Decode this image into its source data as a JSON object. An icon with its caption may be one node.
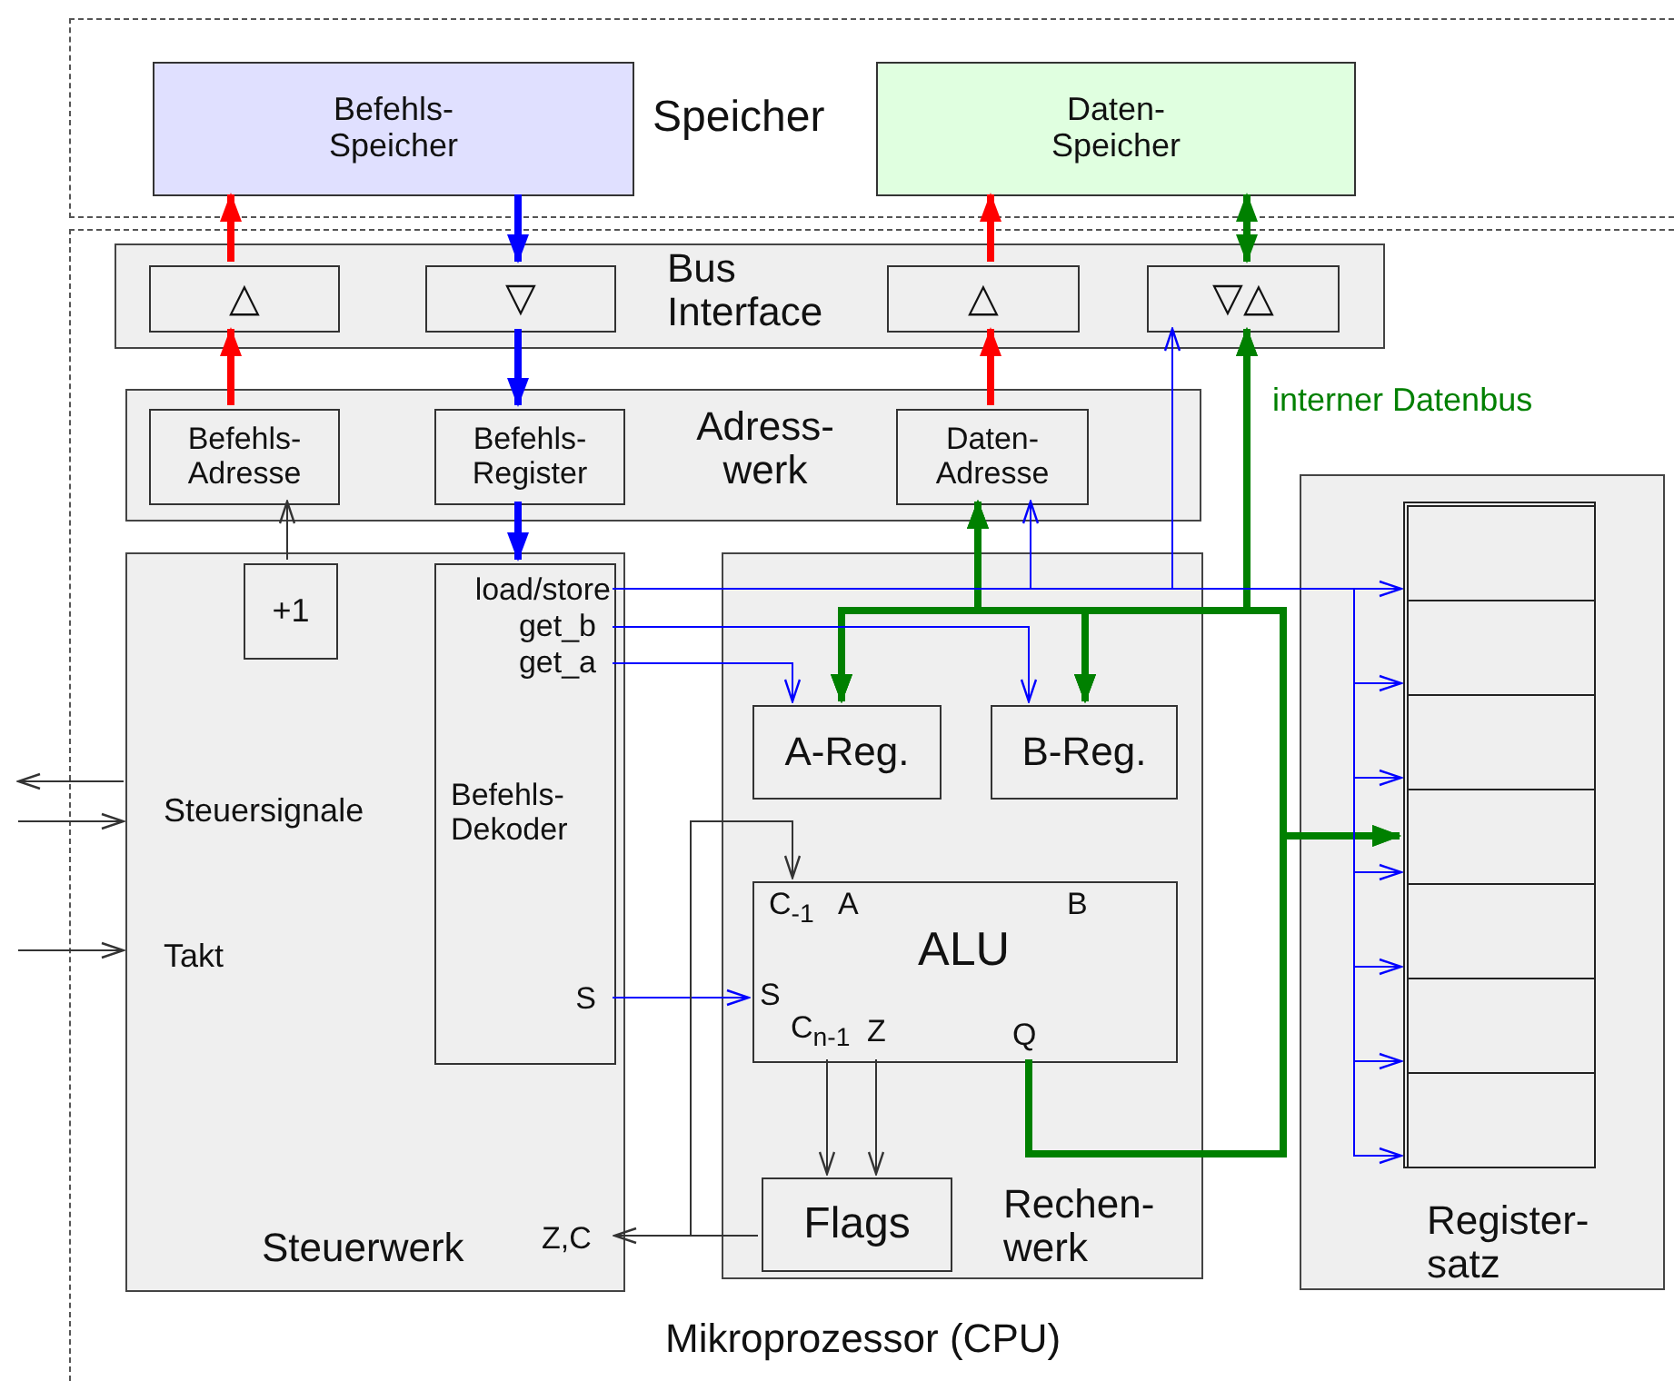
{
  "diagram": {
    "nodes": [
      {
        "text": [
          "Speicher"
        ]
      },
      {
        "text": [
          "Befehls- Speicher"
        ],
        "in": 0
      },
      {
        "text": [
          "Daten- Speicher"
        ],
        "in": 0
      },
      {
        "text": [
          "Mikroprozessor (CPU)"
        ]
      },
      {
        "text": [
          "Bus Interface"
        ],
        "in": 3
      },
      {
        "text": [
          "△"
        ],
        "in": 4
      },
      {
        "text": [
          "▽"
        ],
        "in": 4
      },
      {
        "text": [
          "△"
        ],
        "in": 4
      },
      {
        "text": [
          "▽△"
        ],
        "in": 4
      },
      {
        "text": [
          "Adress- werk"
        ],
        "in": 3
      },
      {
        "text": [
          "Befehls- Adresse"
        ],
        "in": 9
      },
      {
        "text": [
          "Befehls- Register"
        ],
        "in": 9
      },
      {
        "text": [
          "Daten- Adresse"
        ],
        "in": 9
      },
      {
        "text": [
          "Steuerwerk"
        ],
        "in": 3
      },
      {
        "text": [
          "+1"
        ],
        "in": 13
      },
      {
        "text": [
          "load/store",
          "get_b",
          "get_a",
          "Befehls- Dekoder",
          "S"
        ],
        "in": 13
      },
      {
        "text": [
          "Steuersignale"
        ],
        "in": 13
      },
      {
        "text": [
          "Takt"
        ],
        "in": 13
      },
      {
        "text": [
          "Z,C"
        ],
        "in": 13
      },
      {
        "text": [
          "Rechen- werk"
        ],
        "in": 3
      },
      {
        "text": [
          "A-Reg."
        ],
        "in": 19
      },
      {
        "text": [
          "B-Reg."
        ],
        "in": 19
      },
      {
        "text": [
          "C$_{-1}$",
          "A",
          "B",
          "ALU",
          "S",
          "C$_{n-1}$",
          "Z",
          "Q"
        ],
        "in": 19
      },
      {
        "text": [
          "Flags"
        ],
        "in": 19
      },
      {
        "text": [
          "Register- satz"
        ],
        "in": 3
      },
      {
        "text": [],
        "shape": "box",
        "in": 24
      },
      {
        "text": [],
        "shape": "box",
        "in": 25
      },
      {
        "text": [],
        "shape": "box",
        "in": 25
      },
      {
        "text": [],
        "shape": "box",
        "in": 25
      },
      {
        "text": [],
        "shape": "box",
        "in": 25
      },
      {
        "text": [],
        "shape": "box",
        "in": 25
      },
      {
        "text": [],
        "shape": "box",
        "in": 25
      },
      {
        "text": [],
        "shape": "box",
        "in": 25
      }
    ],
    "edges": [
      {
        "from": 10,
        "to": 5,
        "arrow": "to",
        "style": "thick",
        "color": "#ff0000"
      },
      {
        "from": 5,
        "to": 1,
        "arrow": "to",
        "style": "thick",
        "color": "#ff0000"
      },
      {
        "from": 1,
        "to": 6,
        "arrow": "to",
        "style": "thick",
        "color": "#0000ff"
      },
      {
        "from": 6,
        "to": 11,
        "arrow": "to",
        "style": "thick",
        "color": "#0000ff"
      },
      {
        "from": 11,
        "to": 15,
        "arrow": "to",
        "style": "thick",
        "color": "#0000ff"
      },
      {
        "from": 12,
        "to": 7,
        "arrow": "to",
        "style": "thick",
        "color": "#ff0000"
      },
      {
        "from": 7,
        "to": 2,
        "arrow": "to",
        "style": "thick",
        "color": "#ff0000"
      },
      {
        "from": 8,
        "to": 2,
        "arrow": "both",
        "style": "thick",
        "color": "#008000"
      },
      {
        "from": 8,
        "to": 25,
        "arrow": "both",
        "style": "thick",
        "color": "#008000",
        "label": "interner Datenbus"
      },
      {
        "from": 8,
        "to": 12,
        "arrow": "to",
        "style": "thick",
        "color": "#008000"
      },
      {
        "from": 8,
        "to": 20,
        "arrow": "to",
        "style": "thick",
        "color": "#008000"
      },
      {
        "from": 8,
        "to": 21,
        "arrow": "to",
        "style": "thick",
        "color": "#008000"
      },
      {
        "from": 22,
        "to": 8,
        "arrow": "to",
        "style": "thick",
        "color": "#008000"
      },
      {
        "from": 22,
        "to": 12,
        "arrow": "to",
        "style": "thick",
        "color": "#008000"
      },
      {
        "from": 22,
        "to": 20,
        "arrow": "to",
        "style": "thick",
        "color": "#008000"
      },
      {
        "from": 22,
        "to": 21,
        "arrow": "to",
        "style": "thick",
        "color": "#008000"
      },
      {
        "from": 22,
        "to": 25,
        "arrow": "to",
        "style": "thick",
        "color": "#008000"
      },
      {
        "from": 25,
        "to": 12,
        "arrow": "to",
        "style": "thick",
        "color": "#008000"
      },
      {
        "from": 25,
        "to": 20,
        "arrow": "to",
        "style": "thick",
        "color": "#008000"
      },
      {
        "from": 25,
        "to": 21,
        "arrow": "to",
        "style": "thick",
        "color": "#008000"
      },
      {
        "from": 14,
        "to": 10,
        "arrow": "to",
        "color": "#333333"
      },
      {
        "from": 15,
        "to": 12,
        "arrow": "to",
        "color": "#0000ff"
      },
      {
        "from": 15,
        "to": 8,
        "arrow": "to",
        "color": "#0000ff"
      },
      {
        "from": 15,
        "to": 26,
        "arrow": "to",
        "color": "#0000ff"
      },
      {
        "from": 15,
        "to": 27,
        "arrow": "to",
        "color": "#0000ff"
      },
      {
        "from": 15,
        "to": 28,
        "arrow": "to",
        "color": "#0000ff"
      },
      {
        "from": 15,
        "to": 29,
        "arrow": "to",
        "color": "#0000ff"
      },
      {
        "from": 15,
        "to": 30,
        "arrow": "to",
        "color": "#0000ff"
      },
      {
        "from": 15,
        "to": 31,
        "arrow": "to",
        "color": "#0000ff"
      },
      {
        "from": 15,
        "to": 32,
        "arrow": "to",
        "color": "#0000ff"
      },
      {
        "from": 15,
        "to": 21,
        "arrow": "to",
        "color": "#0000ff"
      },
      {
        "from": 15,
        "to": 20,
        "arrow": "to",
        "color": "#0000ff"
      },
      {
        "from": 15,
        "to": 22,
        "arrow": "to",
        "color": "#0000ff"
      },
      {
        "from": 23,
        "to": 18,
        "arrow": "to",
        "color": "#333333"
      },
      {
        "from": 23,
        "to": 22,
        "arrow": "to",
        "color": "#333333"
      },
      {
        "from": 22,
        "to": 23,
        "arrow": "to",
        "color": "#333333"
      },
      {
        "from": 22,
        "to": 23,
        "arrow": "to",
        "color": "#333333"
      },
      {
        "from": 16,
        "to": null,
        "arrow": "to",
        "color": "#333333"
      },
      {
        "from": null,
        "to": 16,
        "arrow": "to",
        "color": "#333333"
      },
      {
        "from": null,
        "to": 17,
        "arrow": "to",
        "color": "#333333"
      }
    ]
  }
}
